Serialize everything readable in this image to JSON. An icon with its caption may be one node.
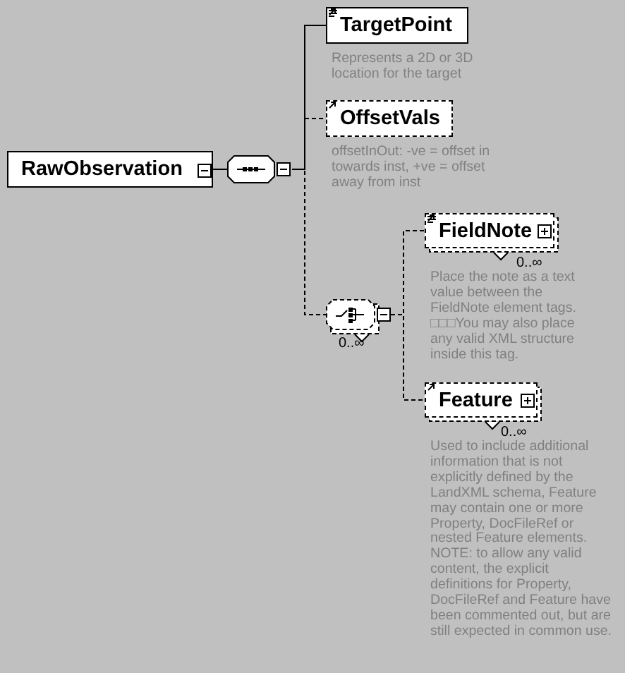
{
  "diagram": {
    "nodes": [
      {
        "text": [
          "RawObservation"
        ]
      },
      {
        "text": [],
        "shape": "octagon"
      },
      {
        "text": [
          "TargetPoint"
        ],
        "beside": [
          "Represents a 2D or 3D location for the target"
        ]
      },
      {
        "text": [
          "OffsetVals"
        ],
        "beside": [
          "offsetInOut:   -ve = offset in towards inst, +ve = offset away from inst"
        ]
      },
      {
        "text": [],
        "shape": "octagon",
        "beside": [
          "0..∞"
        ]
      },
      {
        "text": [
          "FieldNote"
        ],
        "beside": [
          "0..∞",
          "Place the note as a text value between the FieldNote element tags. □□□You may also place any valid XML structure inside this tag."
        ]
      },
      {
        "text": [
          "Feature"
        ],
        "beside": [
          "0..∞",
          "Used to include additional information that is not explicitly defined by the LandXML schema, Feature may contain one or more Property, DocFileRef or nested Feature elements. NOTE: to allow any valid content, the explicit definitions for Property, DocFileRef and Feature have been commented out, but are still expected in common use."
        ]
      }
    ],
    "edges": [
      {
        "from": 0,
        "to": 1,
        "arrow": "none"
      },
      {
        "from": 1,
        "to": 2,
        "arrow": "none"
      },
      {
        "from": 1,
        "to": 3,
        "arrow": "none",
        "style": "dashed"
      },
      {
        "from": 1,
        "to": 4,
        "arrow": "none",
        "style": "dashed"
      },
      {
        "from": 4,
        "to": 5,
        "arrow": "none",
        "style": "dashed"
      },
      {
        "from": 4,
        "to": 6,
        "arrow": "none",
        "style": "dashed"
      }
    ]
  }
}
